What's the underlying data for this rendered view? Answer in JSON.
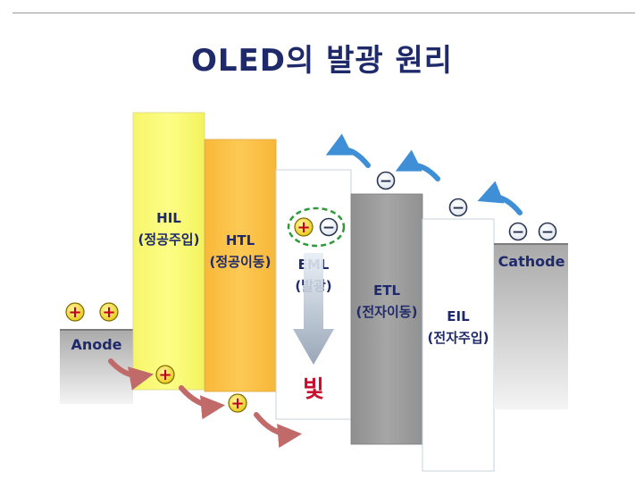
{
  "title": "OLED의 발광 원리",
  "layers": [
    {
      "id": "anode",
      "name": "Anode",
      "desc": ""
    },
    {
      "id": "hil",
      "name": "HIL",
      "desc": "(정공주입)"
    },
    {
      "id": "htl",
      "name": "HTL",
      "desc": "(정공이동)"
    },
    {
      "id": "eml",
      "name": "EML",
      "desc": "(발광)"
    },
    {
      "id": "etl",
      "name": "ETL",
      "desc": "(전자이동)"
    },
    {
      "id": "eil",
      "name": "EIL",
      "desc": "(전자주입)"
    },
    {
      "id": "cathode",
      "name": "Cathode",
      "desc": ""
    }
  ],
  "charges": {
    "hole": "+",
    "electron": "−"
  },
  "light_label": "빛",
  "colors": {
    "title": "#1f2a6b",
    "hil": "#fbfb74",
    "htl": "#fdc64a",
    "etl": "#9e9e9e",
    "hole": "#f4e23a",
    "hole_sign": "#c0001a",
    "electron_arrow": "#3f8fd6",
    "hole_arrow": "#c06a6a",
    "light_text": "#c8102e",
    "recombination_ring": "#2f9a3a"
  },
  "icons": {
    "hole": "plus-circle-icon",
    "electron": "minus-circle-icon",
    "hole_flow": "curved-arrow-icon",
    "electron_flow": "curved-arrow-icon",
    "emission": "down-arrow-icon"
  }
}
